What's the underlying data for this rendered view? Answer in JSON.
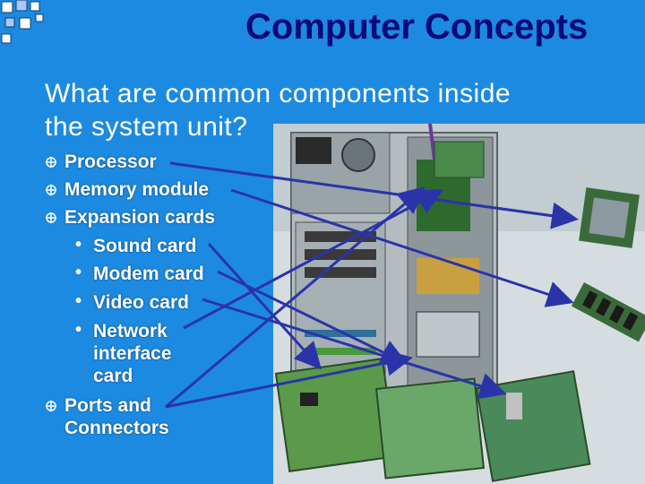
{
  "slide": {
    "title": "Computer Concepts",
    "question_line1": "What are common components inside",
    "question_line2": "the system unit?"
  },
  "bullets": {
    "processor": "Processor",
    "memory_module": "Memory module",
    "expansion_cards": "Expansion cards",
    "sound_card": "Sound card",
    "modem_card": "Modem card",
    "video_card": "Video card",
    "network_line1": "Network",
    "network_line2": "interface",
    "network_line3": "card",
    "ports_line1": "Ports and",
    "ports_line2": "Connectors"
  },
  "colors": {
    "background": "#1c8ae0",
    "title": "#0a0a78",
    "arrow": "#2a34a8"
  }
}
